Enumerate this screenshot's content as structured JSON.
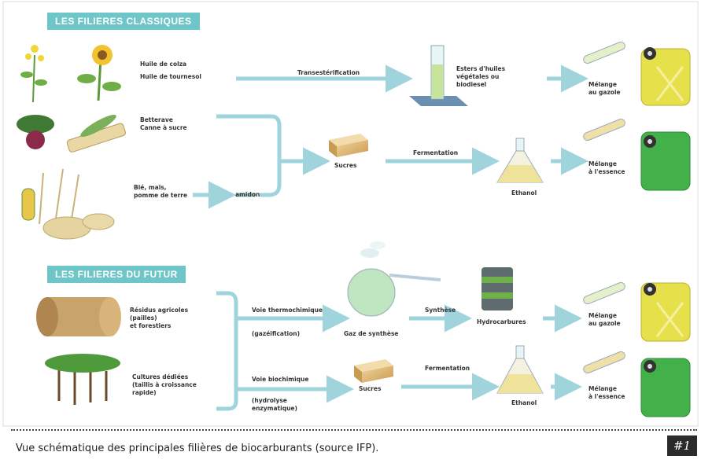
{
  "sections": {
    "classic": "LES FILIERES CLASSIQUES",
    "future": "LES FILIERES DU FUTUR"
  },
  "labels": {
    "huile_colza": "Huile de colza",
    "huile_tournesol": "Huile de tournesol",
    "transesterification": "Transestérification",
    "esters": "Esters d'huiles\nvégétales ou\nbiodiesel",
    "melange_gazole_1": "Mélange\nau gazole",
    "betterave": "Betterave\nCanne à sucre",
    "sucres_1": "Sucres",
    "fermentation_1": "Fermentation",
    "ethanol_1": "Ethanol",
    "melange_essence_1": "Mélange\nà l'essence",
    "ble": "Blé, maïs,\npomme de terre",
    "amidon": "amidon",
    "residus": "Résidus agricoles\n(pailles)\net forestiers",
    "voie_thermo": "Voie thermochimique",
    "gazeification": "(gazéification)",
    "gaz_synthese": "Gaz de synthèse",
    "synthese": "Synthèse",
    "hydrocarbures": "Hydrocarbures",
    "melange_gazole_2": "Mélange\nau gazole",
    "cultures": "Cultures dédiées\n(taillis à croissance\nrapide)",
    "voie_bio": "Voie biochimique",
    "hydrolyse": "(hydrolyse\nenzymatique)",
    "sucres_2": "Sucres",
    "fermentation_2": "Fermentation",
    "ethanol_2": "Ethanol",
    "melange_essence_2": "Mélange\nà l'essence"
  },
  "caption": "Vue schématique des principales filières de biocarburants (source IFP).",
  "badge": "#1",
  "colors": {
    "arrow": "#9fd4dc",
    "header": "#6fc6c8",
    "can_yellow": "#e6e04a",
    "can_green": "#43b14a",
    "ethanol_liquid": "#efe29a",
    "biodiesel_liquid": "#c8e39a"
  }
}
